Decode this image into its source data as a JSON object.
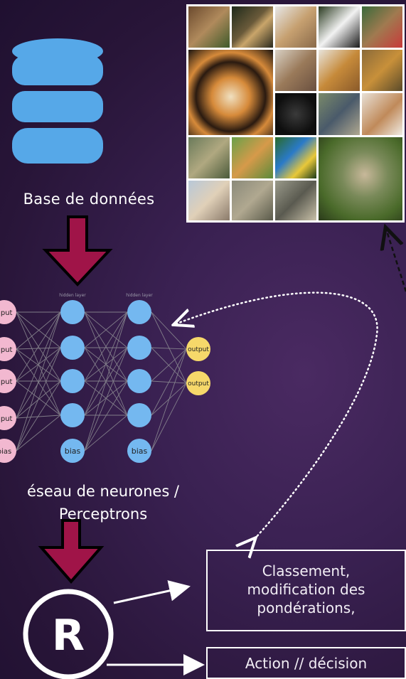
{
  "database": {
    "label": "Base de données"
  },
  "network": {
    "label_line1": "éseau de neurones /",
    "label_line2": "Perceptrons",
    "input_label": "nput",
    "bias_label": "bias",
    "output_label": "output",
    "layer_label_1": "hidden layer",
    "layer_label_2": "hidden layer"
  },
  "result": {
    "letter": "R"
  },
  "boxes": {
    "classement_line1": "Classement,",
    "classement_line2": "modification des",
    "classement_line3": "pondérations,",
    "action": "Action // décision"
  },
  "colors": {
    "background": "#2e1a42",
    "database_blue": "#56a8e8",
    "arrow_crimson": "#a01448",
    "input_pink": "#f2b8d0",
    "hidden_blue": "#74b8f0",
    "output_yellow": "#f6d86a"
  }
}
